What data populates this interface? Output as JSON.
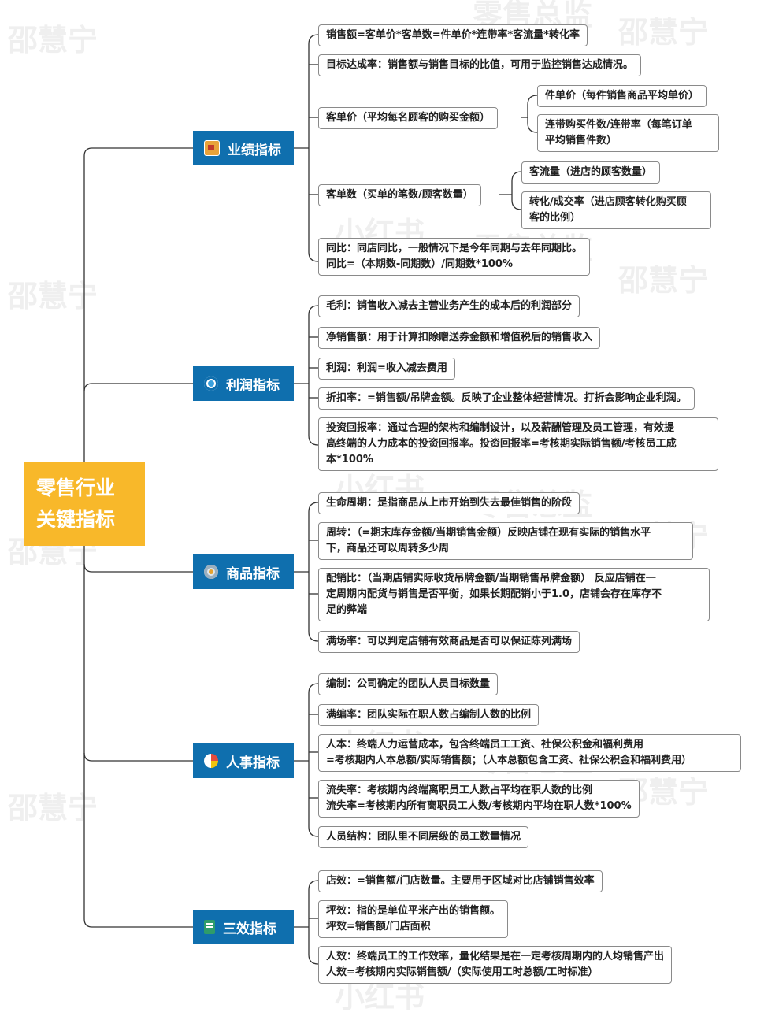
{
  "root": {
    "line1": "零售行业",
    "line2": "关键指标"
  },
  "watermarks": [
    "邵慧宁",
    "小红书",
    "零售总监"
  ],
  "categories": [
    {
      "label": "业绩指标",
      "icon": "box-icon"
    },
    {
      "label": "利润指标",
      "icon": "target-icon"
    },
    {
      "label": "商品指标",
      "icon": "coin-icon"
    },
    {
      "label": "人事指标",
      "icon": "pie-icon"
    },
    {
      "label": "三效指标",
      "icon": "book-icon"
    }
  ],
  "nodes": {
    "sales": "销售额=客单价*客单数=件单价*连带率*客流量*转化率",
    "target_rate": "目标达成率：销售额与销售目标的比值，可用于监控销售达成情况。",
    "avg_price": "客单价（平均每名顾客的购买金额）",
    "unit_price": "件单价（每件销售商品平均单价）",
    "attach_rate": "连带购买件数/连带率（每笔订单\n平均销售件数）",
    "order_count": "客单数（买单的笔数/顾客数量）",
    "traffic": "客流量（进店的顾客数量）",
    "conversion": "转化/成交率（进店顾客转化购买顾\n客的比例）",
    "yoy": "同比：同店同比，一般情况下是今年同期与去年同期比。\n同比=（本期数-同期数）/同期数*100%",
    "gross": "毛利：销售收入减去主营业务产生的成本后的利润部分",
    "net_sales": "净销售额：用于计算扣除赠送券金额和增值税后的销售收入",
    "profit": "利润：利润=收入减去费用",
    "discount": "折扣率：=销售额/吊牌金额。反映了企业整体经营情况。打折会影响企业利润。",
    "roi": "投资回报率：通过合理的架构和编制设计，以及薪酬管理及员工管理，有效提\n高终端的人力成本的投资回报率。投资回报率=考核期实际销售额/考核员工成\n本*100%",
    "lifecycle": "生命周期：是指商品从上市开始到失去最佳销售的阶段",
    "turnover": "周转：（=期末库存金额/当期销售金额）反映店铺在现有实际的销售水平\n下，商品还可以周转多少周",
    "allocation": "配销比：（当期店铺实际收货吊牌金额/当期销售吊牌金额） 反应店铺在一\n定周期内配货与销售是否平衡，如果长期配销小于1.0，店铺会存在库存不\n足的弊端",
    "fullness": "满场率：可以判定店铺有效商品是否可以保证陈列满场",
    "headcount": "编制：公司确定的团队人员目标数量",
    "fill_rate": "满编率：团队实际在职人数占编制人数的比例",
    "labor_cost": "人本：终端人力运营成本，包含终端员工工资、社保公积金和福利费用\n=考核期内人本总额/实际销售额；（人本总额包含工资、社保公积金和福利费用）",
    "attrition": "流失率：考核期内终端离职员工人数占平均在职人数的比例\n流失率=考核期内所有离职员工人数/考核期内平均在职人数*100%",
    "structure": "人员结构：团队里不同层级的员工数量情况",
    "store_eff": "店效：=销售额/门店数量。主要用于区域对比店铺销售效率",
    "area_eff": "坪效：指的是单位平米产出的销售额。\n坪效=销售额/门店面积",
    "staff_eff": "人效：终端员工的工作效率，量化结果是在一定考核周期内的人均销售产出\n人效=考核期内实际销售额/（实际使用工时总额/工时标准）"
  }
}
